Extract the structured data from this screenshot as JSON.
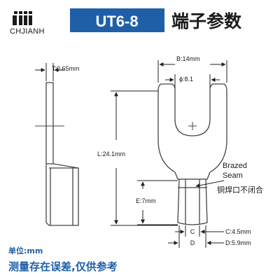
{
  "brand": {
    "name": "CHJIANH",
    "logo_color": "#1a1a1a"
  },
  "header": {
    "model": "UT6-8",
    "title": "端子参数",
    "banner_color": "#1f5fa8",
    "banner_text_color": "#ffffff"
  },
  "dimensions": {
    "T": "T:0.65mm",
    "B": "B:14mm",
    "phi": "ϕ:8.1",
    "L": "L:24.1mm",
    "E": "E:7mm",
    "C": "C",
    "C_value": "C:4.5mm",
    "D": "D",
    "D_value": "D:5.9mm"
  },
  "annotations": {
    "brazed_line1": "Brazed",
    "brazed_line2": "Seam",
    "seam_note": "铜焊口不闭合"
  },
  "footer": {
    "unit": "单位:mm",
    "disclaimer": "测量存在误差,仅供参考",
    "unit_color": "#1f5fa8",
    "disclaimer_color": "#1f5fa8"
  },
  "colors": {
    "outline": "#444444",
    "dimension_line": "#222222"
  }
}
